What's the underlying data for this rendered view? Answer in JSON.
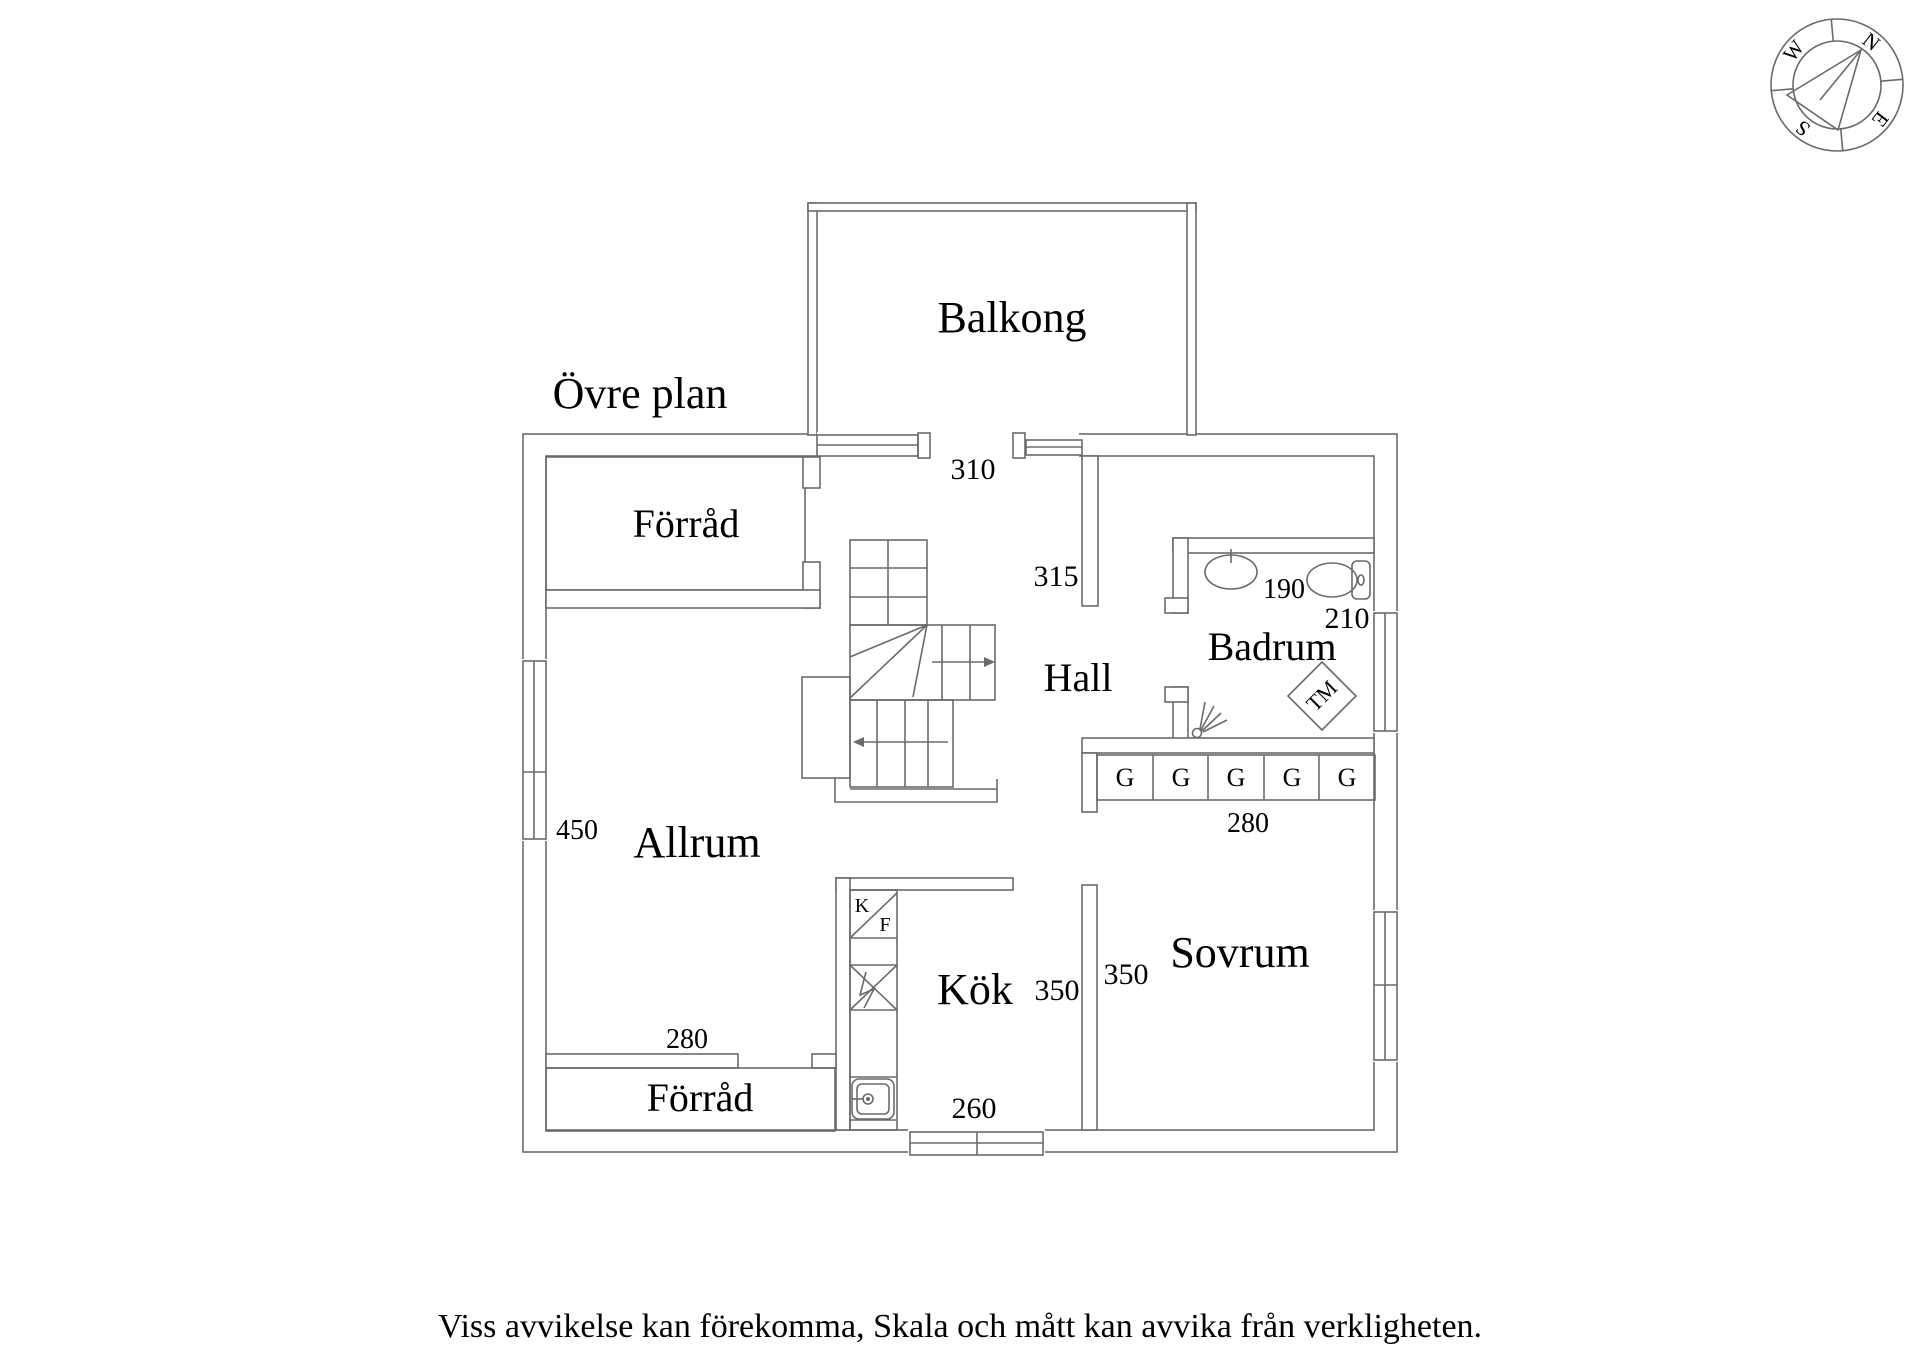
{
  "page": {
    "title": "Övre plan",
    "disclaimer": "Viss avvikelse kan förekomma, Skala och mått kan avvika från verkligheten."
  },
  "compass": {
    "north": "N",
    "east": "E",
    "south": "S",
    "west": "W"
  },
  "rooms": {
    "balcony": "Balkong",
    "storage_upper": "Förråd",
    "hall": "Hall",
    "bathroom": "Badrum",
    "living_room": "Allrum",
    "kitchen": "Kök",
    "bedroom": "Sovrum",
    "storage_lower": "Förråd"
  },
  "measurements": {
    "balcony_width": "310",
    "hall_width": "315",
    "bathroom_width": "190",
    "bathroom_depth": "210",
    "living_room_depth": "450",
    "wardrobe_row_width": "280",
    "kitchen_width": "350",
    "bedroom_width": "350",
    "kitchen_window_width": "260",
    "storage_lower_width": "280"
  },
  "fixtures": {
    "washing_machine": "TM",
    "fridge": "K",
    "freezer": "F",
    "wardrobes": [
      "G",
      "G",
      "G",
      "G",
      "G"
    ]
  },
  "colors": {
    "line": "#6a6a6a",
    "text": "#000000",
    "background": "#ffffff"
  }
}
